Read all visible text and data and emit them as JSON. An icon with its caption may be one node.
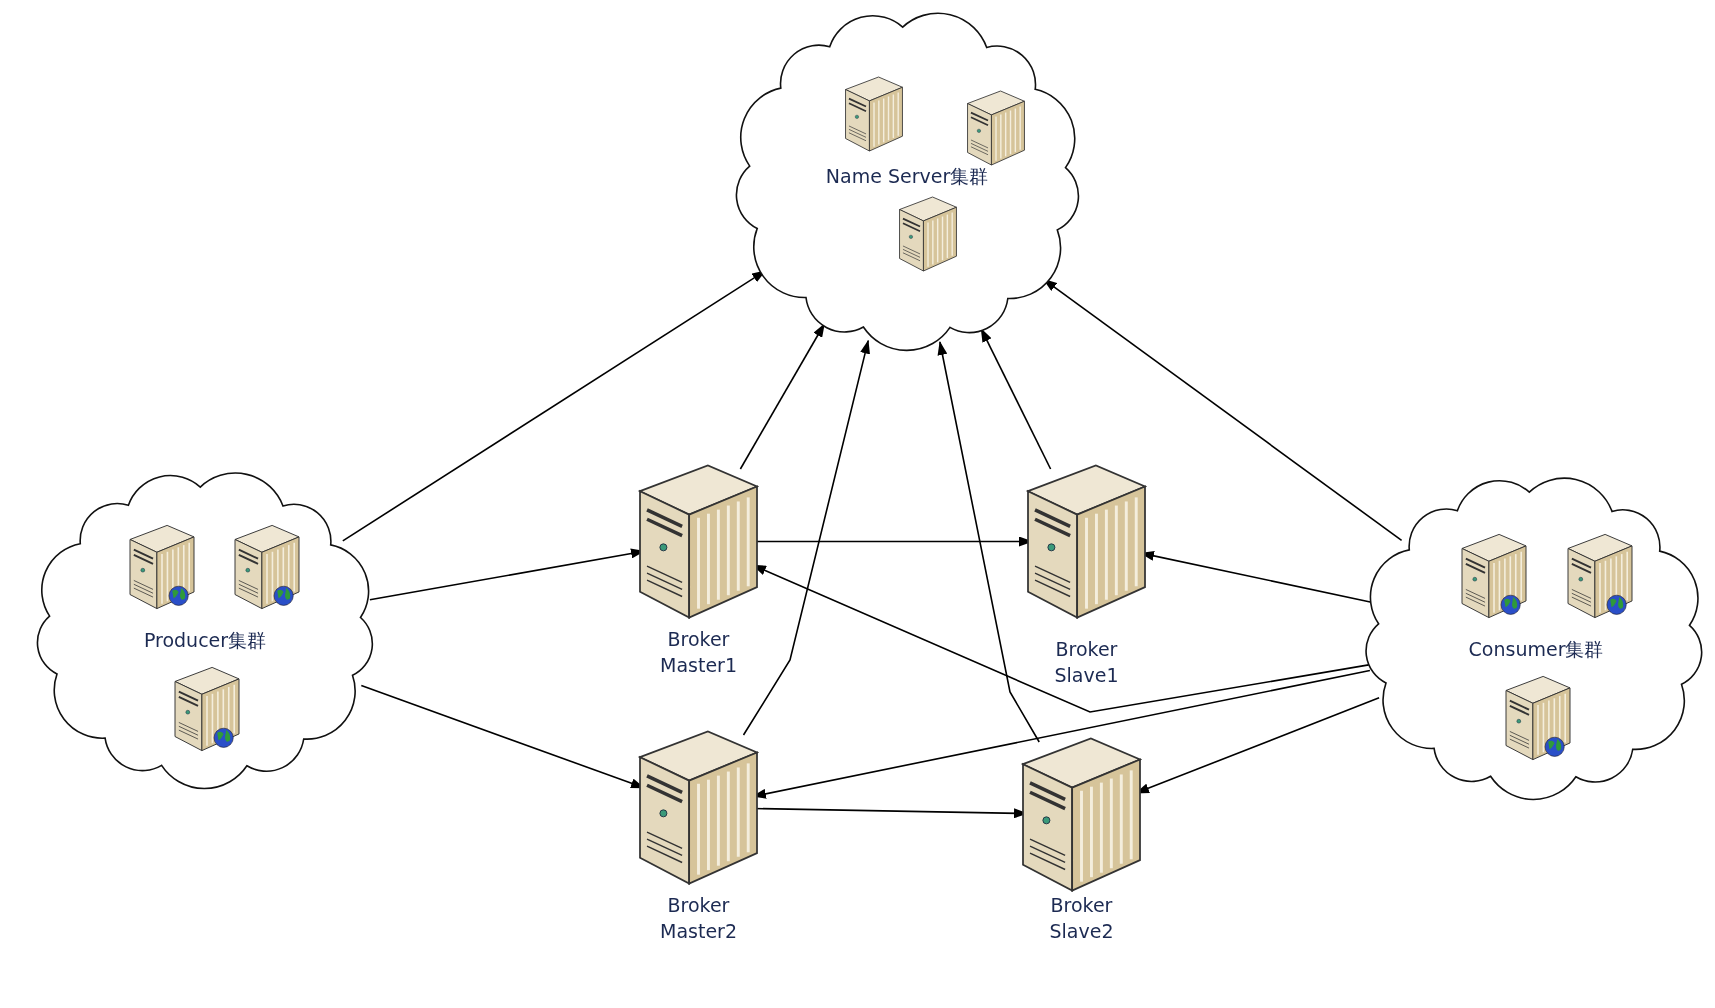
{
  "diagram": {
    "nodes": [
      {
        "text": [
          "Name Server集群"
        ]
      },
      {
        "text": [
          "Producer集群"
        ]
      },
      {
        "text": [
          "Broker Master1"
        ]
      },
      {
        "text": [
          "Broker Slave1"
        ]
      },
      {
        "text": [
          "Broker Master2"
        ]
      },
      {
        "text": [
          "Broker Slave2"
        ]
      },
      {
        "text": [
          "Consumer集群"
        ]
      }
    ],
    "edges": [
      {
        "from": 1,
        "to": 0,
        "arrow": "to"
      },
      {
        "from": 1,
        "to": 2,
        "arrow": "to"
      },
      {
        "from": 1,
        "to": 4,
        "arrow": "to"
      },
      {
        "from": 2,
        "to": 0,
        "arrow": "to"
      },
      {
        "from": 4,
        "to": 0,
        "arrow": "to"
      },
      {
        "from": 3,
        "to": 0,
        "arrow": "to"
      },
      {
        "from": 5,
        "to": 0,
        "arrow": "to"
      },
      {
        "from": 6,
        "to": 0,
        "arrow": "to"
      },
      {
        "from": 2,
        "to": 3,
        "arrow": "to"
      },
      {
        "from": 4,
        "to": 5,
        "arrow": "to"
      },
      {
        "from": 6,
        "to": 2,
        "arrow": "to"
      },
      {
        "from": 6,
        "to": 3,
        "arrow": "to"
      },
      {
        "from": 6,
        "to": 4,
        "arrow": "to"
      },
      {
        "from": 6,
        "to": 5,
        "arrow": "to"
      }
    ]
  }
}
